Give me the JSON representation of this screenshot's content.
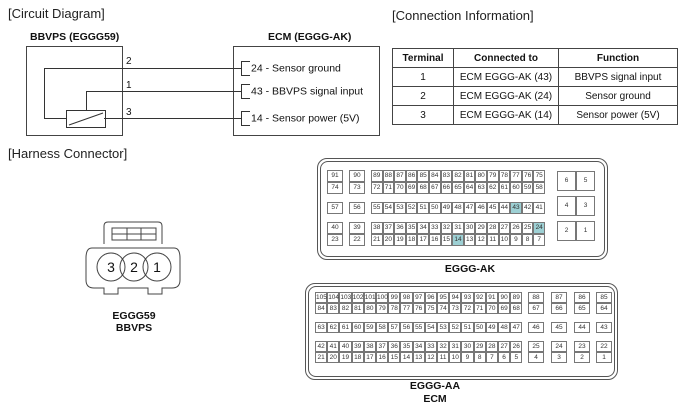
{
  "sections": {
    "circuit_title": "[Circuit Diagram]",
    "connection_title": "[Connection Information]",
    "harness_title": "[Harness Connector]"
  },
  "circuit": {
    "sensor_label": "BBVPS (EGGG59)",
    "ecm_label": "ECM (EGGG-AK)",
    "sensor_pins": [
      "2",
      "1",
      "3"
    ],
    "ecm_terminals": [
      {
        "text": "24 - Sensor ground"
      },
      {
        "text": "43 - BBVPS signal input"
      },
      {
        "text": "14 - Sensor power (5V)"
      }
    ]
  },
  "connection_table": {
    "headers": [
      "Terminal",
      "Connected to",
      "Function"
    ],
    "rows": [
      [
        "1",
        "ECM EGGG-AK (43)",
        "BBVPS signal input"
      ],
      [
        "2",
        "ECM EGGG-AK (24)",
        "Sensor ground"
      ],
      [
        "3",
        "ECM EGGG-AK (14)",
        "Sensor power (5V)"
      ]
    ]
  },
  "harness": {
    "sensor_connector": {
      "pins": [
        "3",
        "2",
        "1"
      ],
      "caption_line1": "EGGG59",
      "caption_line2": "BBVPS"
    },
    "ak_connector": {
      "caption": "EGGG-AK",
      "highlight_color": "#9dd0d4",
      "highlighted_pins": [
        "43",
        "24",
        "14"
      ],
      "left_groups": {
        "row1": [
          [
            "91"
          ],
          [
            "90"
          ],
          [
            "89",
            "88",
            "87",
            "86",
            "85",
            "84",
            "83",
            "82",
            "81",
            "80",
            "79",
            "78",
            "77",
            "76",
            "75"
          ]
        ],
        "row2": [
          [
            "74"
          ],
          [
            "73"
          ],
          [
            "72",
            "71",
            "70",
            "69",
            "68",
            "67",
            "66",
            "65",
            "64",
            "63",
            "62",
            "61",
            "60",
            "59",
            "58"
          ]
        ],
        "row3": [
          [
            "57"
          ],
          [
            "56"
          ],
          [
            "55",
            "54",
            "53",
            "52",
            "51",
            "50",
            "49",
            "48",
            "47",
            "46",
            "45",
            "44",
            "43",
            "42",
            "41"
          ]
        ],
        "row4": [
          [
            "40"
          ],
          [
            "39"
          ],
          [
            "38",
            "37",
            "36",
            "35",
            "34",
            "33",
            "32",
            "31",
            "30",
            "29",
            "28",
            "27",
            "26",
            "25",
            "24"
          ]
        ],
        "row5": [
          [
            "23"
          ],
          [
            "22"
          ],
          [
            "21",
            "20",
            "19",
            "18",
            "17",
            "16",
            "15",
            "14",
            "13",
            "12",
            "11",
            "10",
            "9",
            "8",
            "7"
          ]
        ]
      },
      "right_block": [
        [
          "6",
          "5"
        ],
        [
          "4",
          "3"
        ],
        [
          "2",
          "1"
        ]
      ]
    },
    "aa_connector": {
      "caption_line1": "EGGG-AA",
      "caption_line2": "ECM",
      "main_rows": {
        "row1": [
          "105",
          "104",
          "103",
          "102",
          "101",
          "100",
          "99",
          "98",
          "97",
          "96",
          "95",
          "94",
          "93",
          "92",
          "91",
          "90",
          "89"
        ],
        "row2": [
          "84",
          "83",
          "82",
          "81",
          "80",
          "79",
          "78",
          "77",
          "76",
          "75",
          "74",
          "73",
          "72",
          "71",
          "70",
          "69",
          "68"
        ],
        "row3": [
          "63",
          "62",
          "61",
          "60",
          "59",
          "58",
          "57",
          "56",
          "55",
          "54",
          "53",
          "52",
          "51",
          "50",
          "49",
          "48",
          "47"
        ],
        "row4": [
          "42",
          "41",
          "40",
          "39",
          "38",
          "37",
          "36",
          "35",
          "34",
          "33",
          "32",
          "31",
          "30",
          "29",
          "28",
          "27",
          "26"
        ],
        "row5": [
          "21",
          "20",
          "19",
          "18",
          "17",
          "16",
          "15",
          "14",
          "13",
          "12",
          "11",
          "10",
          "9",
          "8",
          "7",
          "6",
          "5"
        ]
      },
      "side_rows": {
        "row1": [
          "88",
          "87",
          "86",
          "85"
        ],
        "row2": [
          "67",
          "66",
          "65",
          "64"
        ],
        "row3": [
          "46",
          "45",
          "44",
          "43"
        ],
        "row4": [
          "25",
          "24",
          "23",
          "22"
        ],
        "row5": [
          "4",
          "3",
          "2",
          "1"
        ]
      }
    }
  }
}
